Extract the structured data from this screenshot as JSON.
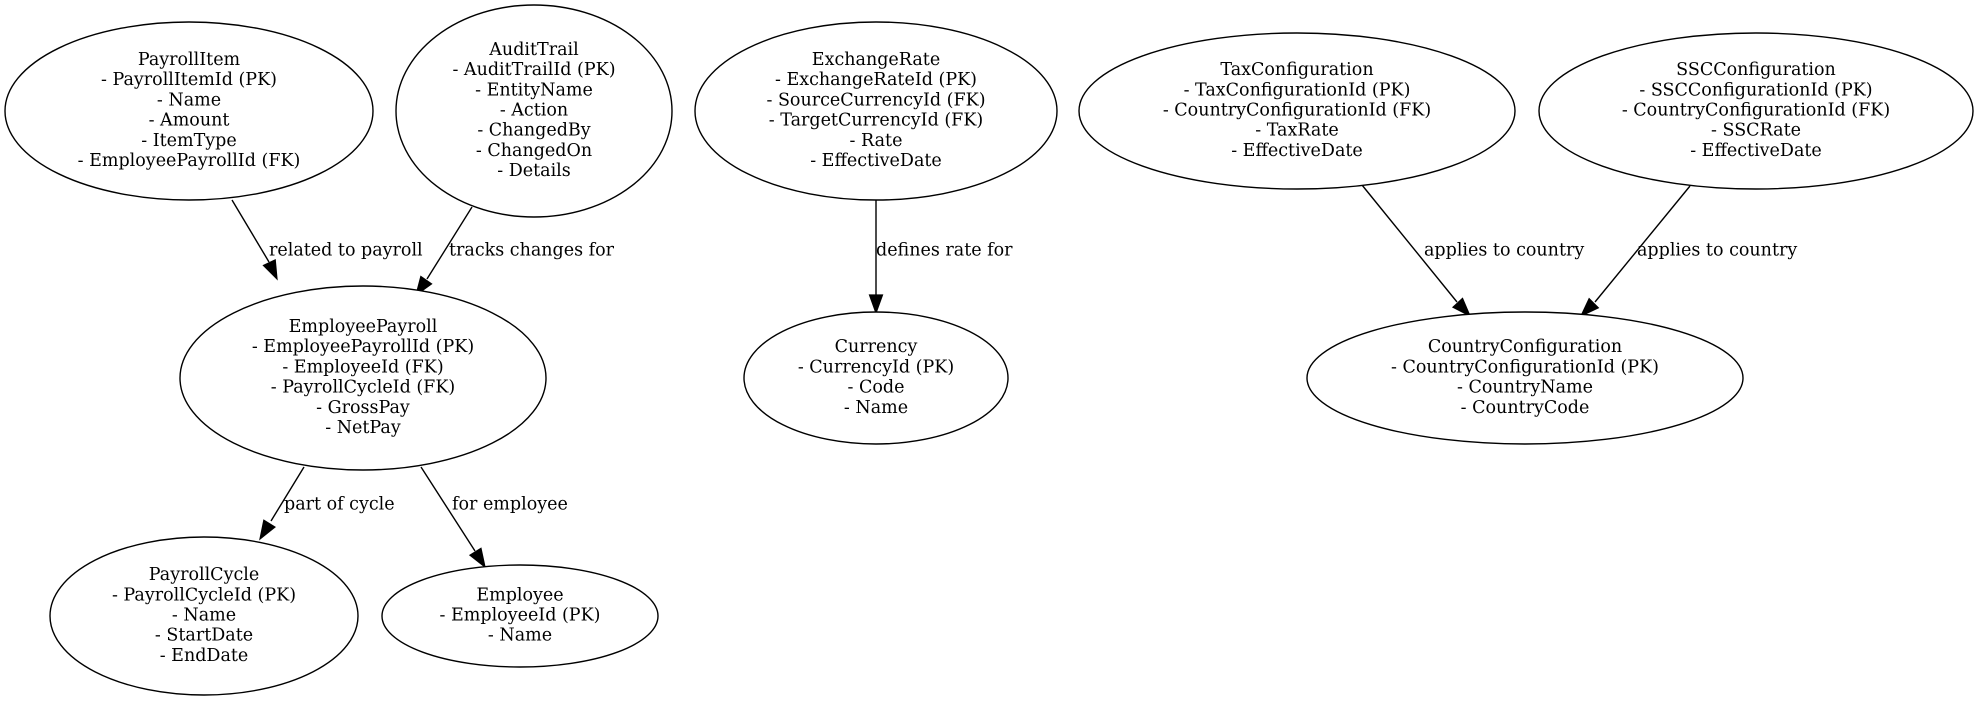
{
  "nodes": [
    {
      "id": "payroll_item",
      "name": "PayrollItem",
      "fields": [
        "- PayrollItemId (PK)",
        "- Name",
        "- Amount",
        "- ItemType",
        "- EmployeePayrollId (FK)"
      ]
    },
    {
      "id": "audit_trail",
      "name": "AuditTrail",
      "fields": [
        "- AuditTrailId (PK)",
        "- EntityName",
        "- Action",
        "- ChangedBy",
        "- ChangedOn",
        "- Details"
      ]
    },
    {
      "id": "exchange_rate",
      "name": "ExchangeRate",
      "fields": [
        "- ExchangeRateId (PK)",
        "- SourceCurrencyId (FK)",
        "- TargetCurrencyId (FK)",
        "- Rate",
        "- EffectiveDate"
      ]
    },
    {
      "id": "tax_configuration",
      "name": "TaxConfiguration",
      "fields": [
        "- TaxConfigurationId (PK)",
        "- CountryConfigurationId (FK)",
        "- TaxRate",
        "- EffectiveDate"
      ]
    },
    {
      "id": "ssc_configuration",
      "name": "SSCConfiguration",
      "fields": [
        "- SSCConfigurationId (PK)",
        "- CountryConfigurationId (FK)",
        "- SSCRate",
        "- EffectiveDate"
      ]
    },
    {
      "id": "employee_payroll",
      "name": "EmployeePayroll",
      "fields": [
        "- EmployeePayrollId (PK)",
        "- EmployeeId (FK)",
        "- PayrollCycleId (FK)",
        "- GrossPay",
        "- NetPay"
      ]
    },
    {
      "id": "currency",
      "name": "Currency",
      "fields": [
        "- CurrencyId (PK)",
        "- Code",
        "- Name"
      ]
    },
    {
      "id": "country_configuration",
      "name": "CountryConfiguration",
      "fields": [
        "- CountryConfigurationId (PK)",
        "- CountryName",
        "- CountryCode"
      ]
    },
    {
      "id": "payroll_cycle",
      "name": "PayrollCycle",
      "fields": [
        "- PayrollCycleId (PK)",
        "- Name",
        "- StartDate",
        "- EndDate"
      ]
    },
    {
      "id": "employee",
      "name": "Employee",
      "fields": [
        "- EmployeeId (PK)",
        "- Name"
      ]
    }
  ],
  "edges": [
    {
      "from": "payroll_item",
      "to": "employee_payroll",
      "label": "related to payroll"
    },
    {
      "from": "audit_trail",
      "to": "employee_payroll",
      "label": "tracks changes for"
    },
    {
      "from": "exchange_rate",
      "to": "currency",
      "label": "defines rate for"
    },
    {
      "from": "tax_configuration",
      "to": "country_configuration",
      "label": "applies to country"
    },
    {
      "from": "ssc_configuration",
      "to": "country_configuration",
      "label": "applies to country"
    },
    {
      "from": "employee_payroll",
      "to": "payroll_cycle",
      "label": "part of cycle"
    },
    {
      "from": "employee_payroll",
      "to": "employee",
      "label": "for employee"
    }
  ]
}
